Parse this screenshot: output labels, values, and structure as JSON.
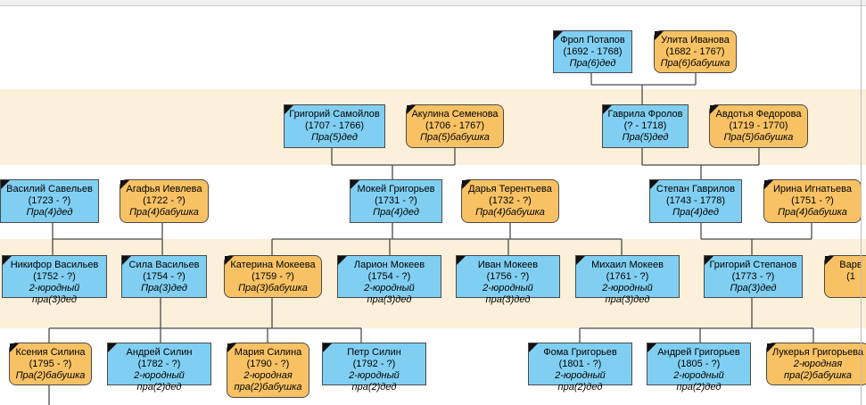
{
  "colors": {
    "male": "#80cff2",
    "female": "#f8c264",
    "band": "#fcf0da",
    "line": "#4a4a4a"
  },
  "icons": {
    "corner": "corner-marker-icon"
  },
  "nodes": [
    {
      "id": "n1",
      "sex": "m",
      "name": "Фрол Потапов",
      "dates": "(1692 - 1768)",
      "relation": "Пра(6)дед"
    },
    {
      "id": "n2",
      "sex": "f",
      "name": "Улита Иванова",
      "dates": "(1682 - 1767)",
      "relation": "Пра(6)бабушка"
    },
    {
      "id": "n3",
      "sex": "m",
      "name": "Григорий Самойлов",
      "dates": "(1707 - 1766)",
      "relation": "Пра(5)дед"
    },
    {
      "id": "n4",
      "sex": "f",
      "name": "Акулина Семенова",
      "dates": "(1706 - 1767)",
      "relation": "Пра(5)бабушка"
    },
    {
      "id": "n5",
      "sex": "m",
      "name": "Гаврила Фролов",
      "dates": "(? - 1718)",
      "relation": "Пра(5)дед"
    },
    {
      "id": "n6",
      "sex": "f",
      "name": "Авдотья Федорова",
      "dates": "(1719 - 1770)",
      "relation": "Пра(5)бабушка"
    },
    {
      "id": "n7",
      "sex": "m",
      "name": "Василий Савельев",
      "dates": "(1723 - ?)",
      "relation": "Пра(4)дед"
    },
    {
      "id": "n8",
      "sex": "f",
      "name": "Агафья Иевлева",
      "dates": "(1722 - ?)",
      "relation": "Пра(4)бабушка"
    },
    {
      "id": "n9",
      "sex": "m",
      "name": "Мокей Григорьев",
      "dates": "(1731 - ?)",
      "relation": "Пра(4)дед"
    },
    {
      "id": "n10",
      "sex": "f",
      "name": "Дарья Терентьева",
      "dates": "(1732 - ?)",
      "relation": "Пра(4)бабушка"
    },
    {
      "id": "n11",
      "sex": "m",
      "name": "Степан Гаврилов",
      "dates": "(1743 - 1778)",
      "relation": "Пра(4)дед"
    },
    {
      "id": "n12",
      "sex": "f",
      "name": "Ирина Игнатьева",
      "dates": "(1751 - ?)",
      "relation": "Пра(4)бабушка"
    },
    {
      "id": "n13",
      "sex": "m",
      "name": "Никифор Васильев",
      "dates": "(1752 - ?)",
      "relation": "2-юродный пра(3)дед"
    },
    {
      "id": "n14",
      "sex": "m",
      "name": "Сила Васильев",
      "dates": "(1754 - ?)",
      "relation": "Пра(3)дед"
    },
    {
      "id": "n15",
      "sex": "f",
      "name": "Катерина Мокеева",
      "dates": "(1759 - ?)",
      "relation": "Пра(3)бабушка"
    },
    {
      "id": "n16",
      "sex": "m",
      "name": "Ларион Мокеев",
      "dates": "(1754 - ?)",
      "relation": "2-юродный пра(3)дед"
    },
    {
      "id": "n17",
      "sex": "m",
      "name": "Иван Мокеев",
      "dates": "(1756 - ?)",
      "relation": "2-юродный пра(3)дед"
    },
    {
      "id": "n18",
      "sex": "m",
      "name": "Михаил Мокеев",
      "dates": "(1761 - ?)",
      "relation": "2-юродный пра(3)дед"
    },
    {
      "id": "n19",
      "sex": "m",
      "name": "Григорий Степанов",
      "dates": "(1773 - ?)",
      "relation": "Пра(3)дед"
    },
    {
      "id": "n20",
      "sex": "f",
      "name": "Варв",
      "dates": "(1",
      "relation": ""
    },
    {
      "id": "n21",
      "sex": "f",
      "name": "Ксения Силина",
      "dates": "(1795 - ?)",
      "relation": "Пра(2)бабушка"
    },
    {
      "id": "n22",
      "sex": "m",
      "name": "Андрей Силин",
      "dates": "(1782 - ?)",
      "relation": "2-юродный пра(2)дед"
    },
    {
      "id": "n23",
      "sex": "f",
      "name": "Мария Силина",
      "dates": "(1790 - ?)",
      "relation": "2-юродная пра(2)бабушка"
    },
    {
      "id": "n24",
      "sex": "m",
      "name": "Петр Силин",
      "dates": "(1792 - ?)",
      "relation": "2-юродный пра(2)дед"
    },
    {
      "id": "n25",
      "sex": "m",
      "name": "Фома Григорьев",
      "dates": "(1801 - ?)",
      "relation": "2-юродный пра(2)дед"
    },
    {
      "id": "n26",
      "sex": "m",
      "name": "Андрей Григорьев",
      "dates": "(1805 - ?)",
      "relation": "2-юродный пра(2)дед"
    },
    {
      "id": "n27",
      "sex": "f",
      "name": "Лукерья Григорьева",
      "dates": "2-юродная",
      "relation": "пра(2)бабушка"
    }
  ]
}
